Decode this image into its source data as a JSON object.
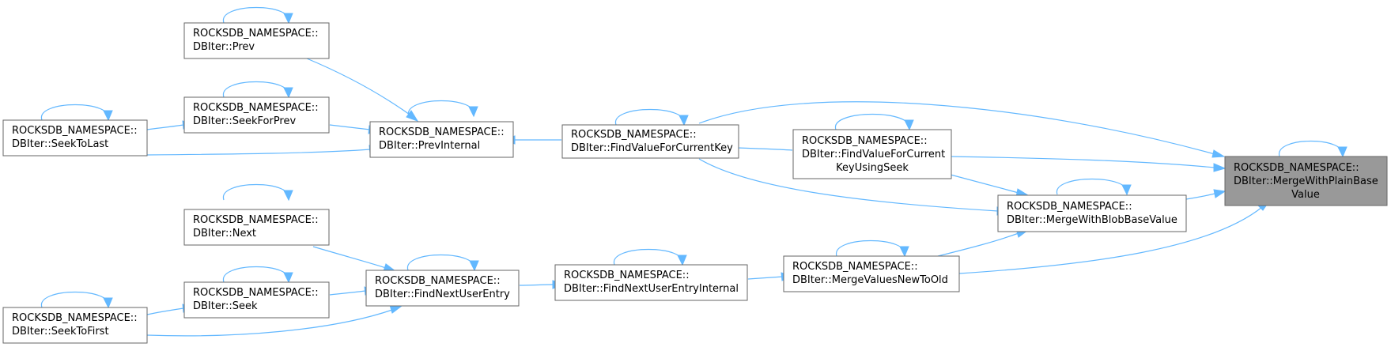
{
  "diagram": {
    "type": "call-graph",
    "colors": {
      "edge": "#63b8ff",
      "node_border": "#666666",
      "node_fill": "#ffffff",
      "root_fill": "#999999"
    },
    "nodes": [
      {
        "id": "merge_plain",
        "lines": [
          "ROCKSDB_NAMESPACE::",
          "DBIter::MergeWithPlainBase",
          "Value"
        ],
        "root": true
      },
      {
        "id": "find_value",
        "lines": [
          "ROCKSDB_NAMESPACE::",
          "DBIter::FindValueForCurrentKey"
        ]
      },
      {
        "id": "find_value_seek",
        "lines": [
          "ROCKSDB_NAMESPACE::",
          "DBIter::FindValueForCurrent",
          "KeyUsingSeek"
        ]
      },
      {
        "id": "merge_blob",
        "lines": [
          "ROCKSDB_NAMESPACE::",
          "DBIter::MergeWithBlobBaseValue"
        ]
      },
      {
        "id": "merge_new_old",
        "lines": [
          "ROCKSDB_NAMESPACE::",
          "DBIter::MergeValuesNewToOld"
        ]
      },
      {
        "id": "prev_internal",
        "lines": [
          "ROCKSDB_NAMESPACE::",
          "DBIter::PrevInternal"
        ]
      },
      {
        "id": "find_next_internal",
        "lines": [
          "ROCKSDB_NAMESPACE::",
          "DBIter::FindNextUserEntryInternal"
        ]
      },
      {
        "id": "find_next",
        "lines": [
          "ROCKSDB_NAMESPACE::",
          "DBIter::FindNextUserEntry"
        ]
      },
      {
        "id": "prev",
        "lines": [
          "ROCKSDB_NAMESPACE::",
          "DBIter::Prev"
        ]
      },
      {
        "id": "seek_for_prev",
        "lines": [
          "ROCKSDB_NAMESPACE::",
          "DBIter::SeekForPrev"
        ]
      },
      {
        "id": "seek_to_last",
        "lines": [
          "ROCKSDB_NAMESPACE::",
          "DBIter::SeekToLast"
        ]
      },
      {
        "id": "next",
        "lines": [
          "ROCKSDB_NAMESPACE::",
          "DBIter::Next"
        ]
      },
      {
        "id": "seek",
        "lines": [
          "ROCKSDB_NAMESPACE::",
          "DBIter::Seek"
        ]
      },
      {
        "id": "seek_to_first",
        "lines": [
          "ROCKSDB_NAMESPACE::",
          "DBIter::SeekToFirst"
        ]
      }
    ],
    "edges": [
      {
        "from": "find_value",
        "to": "merge_plain"
      },
      {
        "from": "find_value_seek",
        "to": "merge_plain"
      },
      {
        "from": "merge_blob",
        "to": "merge_plain"
      },
      {
        "from": "merge_new_old",
        "to": "merge_plain"
      },
      {
        "from": "find_value_seek",
        "to": "merge_blob"
      },
      {
        "from": "find_value",
        "to": "merge_blob"
      },
      {
        "from": "merge_new_old",
        "to": "merge_blob"
      },
      {
        "from": "find_value_seek",
        "to": "find_value"
      },
      {
        "from": "find_value",
        "to": "prev_internal"
      },
      {
        "from": "find_next_internal",
        "to": "merge_new_old"
      },
      {
        "from": "find_next",
        "to": "find_next_internal"
      },
      {
        "from": "prev",
        "to": "prev_internal"
      },
      {
        "from": "seek_for_prev",
        "to": "prev_internal"
      },
      {
        "from": "seek_to_last",
        "to": "prev_internal"
      },
      {
        "from": "seek_to_last",
        "to": "seek_for_prev"
      },
      {
        "from": "next",
        "to": "find_next"
      },
      {
        "from": "seek",
        "to": "find_next"
      },
      {
        "from": "seek_to_first",
        "to": "find_next"
      },
      {
        "from": "seek_to_first",
        "to": "seek"
      }
    ]
  }
}
